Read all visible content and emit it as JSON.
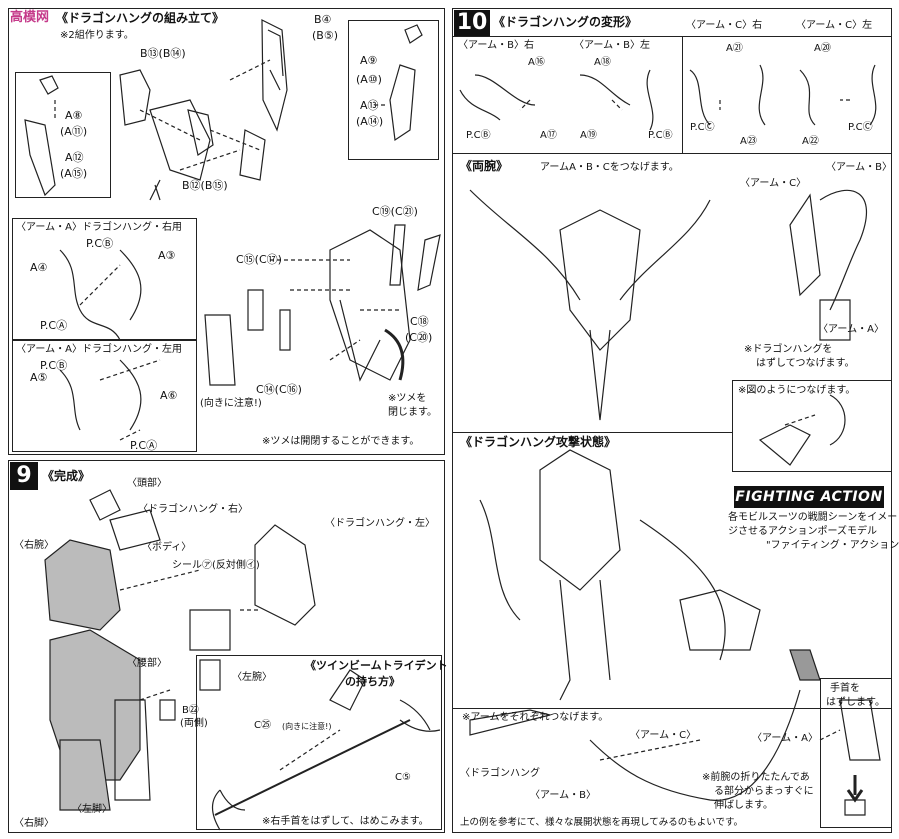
{
  "logo": "高模网",
  "s8": {
    "title": "ドラゴンハングの組み立て",
    "note": "※2組作ります。",
    "labels": [
      "B④",
      "(B⑤)",
      "B⑬(B⑭)",
      "A⑨",
      "(A⑩)",
      "A⑬",
      "(A⑭)",
      "A⑧",
      "(A⑪)",
      "A⑫",
      "(A⑮)",
      "B⑫(B⑮)"
    ],
    "armA_right": "〈アーム・A〉ドラゴンハング・右用",
    "armA_left": "〈アーム・A〉ドラゴンハング・左用",
    "right_labels": [
      "A④",
      "P.CⒷ",
      "A③",
      "P.CⒶ"
    ],
    "left_labels": [
      "P.CⒷ",
      "A⑤",
      "A⑥",
      "P.CⒶ"
    ],
    "c_labels": [
      "C⑲(C㉑)",
      "C⑮(C⑰)",
      "C⑱",
      "(C⑳)",
      "C⑭(C⑯)"
    ],
    "caution": "(向きに注意!)",
    "claw_note": "※ツメを\n閉じます。",
    "claw_footer": "※ツメは開閉することができます。"
  },
  "s9": {
    "number": "9",
    "title": "《完成》",
    "labels": {
      "head": "〈頭部〉",
      "dh_right": "〈ドラゴンハング・右〉",
      "right_arm": "〈右腕〉",
      "body": "〈ボディ〉",
      "sticker": "シール㋐(反対側㋑)",
      "dh_left": "〈ドラゴンハング・左〉",
      "waist": "〈腰部〉",
      "left_arm": "〈左腕〉",
      "b22": "B㉒",
      "b22b": "(両側)",
      "right_leg": "〈右脚〉",
      "left_leg": "〈左脚〉"
    },
    "trident_title1": "《ツインビームトライデント",
    "trident_title2": "の持ち方》",
    "c25": "C㉕",
    "c25note": "(向きに注意!)",
    "c5": "C⑤",
    "trident_note": "※右手首をはずして、はめこみます。"
  },
  "s10": {
    "number": "10",
    "title": "《ドラゴンハングの変形》",
    "arms": [
      {
        "head": "〈アーム・B〉右",
        "a1": "A⑯",
        "pc": "P.CⒷ",
        "a2": "A⑰"
      },
      {
        "head": "〈アーム・B〉左",
        "a1": "A⑱",
        "pc": "P.CⒷ",
        "a2": "A⑲"
      },
      {
        "head": "〈アーム・C〉右",
        "a1": "A㉑",
        "pc": "P.CⒸ",
        "a2": "A㉓"
      },
      {
        "head": "〈アーム・C〉左",
        "a1": "A⑳",
        "pc": "P.CⒸ",
        "a2": "A㉒"
      }
    ],
    "both_title": "《両腕》",
    "both_note": "アームA・B・Cをつなげます。",
    "arm_b": "〈アーム・B〉",
    "arm_c": "〈アーム・C〉",
    "arm_a": "〈アーム・A〉",
    "dh_note1": "※ドラゴンハングを",
    "dh_note2": "はずしてつなげます。",
    "connect_note": "※図のようにつなげます。",
    "attack_title": "《ドラゴンハング攻撃状態》",
    "fighting": "FIGHTING ACTION",
    "fa_text1": "各モビルスーツの戦闘シーンをイメー",
    "fa_text2": "ジさせるアクションポーズモデル",
    "fa_text3": "\"ファイティング・アクション\"",
    "connect_each": "※アームをそれぞれつなげます。",
    "dh_label": "〈ドラゴンハング",
    "arm_c2": "〈アーム・C〉",
    "arm_b2": "〈アーム・B〉",
    "arm_a2": "〈アーム・A〉",
    "wrist1": "手首を",
    "wrist2": "はずします。",
    "forearm1": "※前腕の折りたたんであ",
    "forearm2": "る部分からまっすぐに",
    "forearm3": "伸ばします。",
    "footer": "上の例を参考にて、様々な展開状態を再現してみるのもよいです。"
  }
}
